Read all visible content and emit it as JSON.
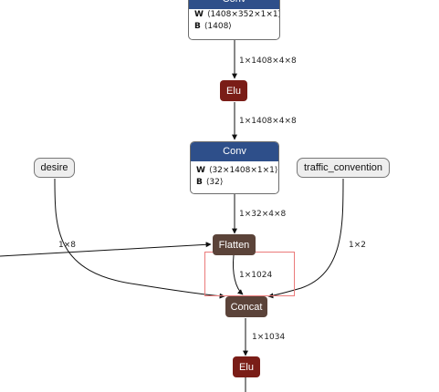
{
  "nodes": {
    "conv1": {
      "title": "Conv",
      "w_label": "W",
      "w_value": "⟨1408×352×1×1⟩",
      "b_label": "B",
      "b_value": "⟨1408⟩"
    },
    "elu1": {
      "label": "Elu"
    },
    "conv2": {
      "title": "Conv",
      "w_label": "W",
      "w_value": "⟨32×1408×1×1⟩",
      "b_label": "B",
      "b_value": "⟨32⟩"
    },
    "desire": {
      "label": "desire"
    },
    "traffic_convention": {
      "label": "traffic_convention"
    },
    "flatten": {
      "label": "Flatten"
    },
    "concat": {
      "label": "Concat"
    },
    "elu2": {
      "label": "Elu"
    }
  },
  "edges": {
    "conv1_elu1": "1×1408×4×8",
    "elu1_conv2": "1×1408×4×8",
    "conv2_flatten": "1×32×4×8",
    "left_in": "1×8",
    "traffic_concat": "1×2",
    "flatten_concat": "1×1024",
    "concat_elu2": "1×1034"
  },
  "colors": {
    "conv_header": "#2e4f8a",
    "elu": "#7a1d17",
    "flatten_concat": "#5b4339",
    "input_bg": "#eeeeee",
    "highlight": "#ea7a7a"
  }
}
